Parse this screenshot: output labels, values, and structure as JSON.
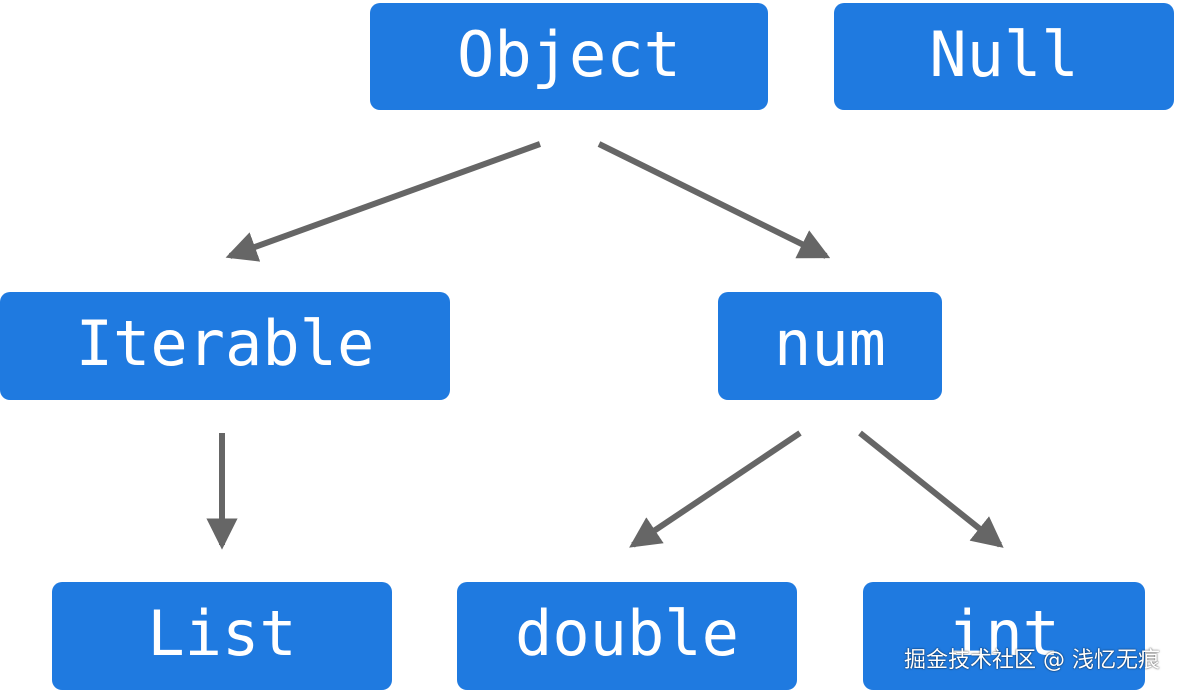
{
  "nodes": {
    "object": "Object",
    "null": "Null",
    "iterable": "Iterable",
    "num": "num",
    "list": "List",
    "double": "double",
    "int": "int"
  },
  "edges": [
    {
      "from": "object",
      "to": "iterable"
    },
    {
      "from": "object",
      "to": "num"
    },
    {
      "from": "iterable",
      "to": "list"
    },
    {
      "from": "num",
      "to": "double"
    },
    {
      "from": "num",
      "to": "int"
    }
  ],
  "watermark": "掘金技术社区 @ 浅忆无痕",
  "colors": {
    "node_fill": "#1f7ae0",
    "node_text": "#ffffff",
    "arrow": "#666666"
  }
}
